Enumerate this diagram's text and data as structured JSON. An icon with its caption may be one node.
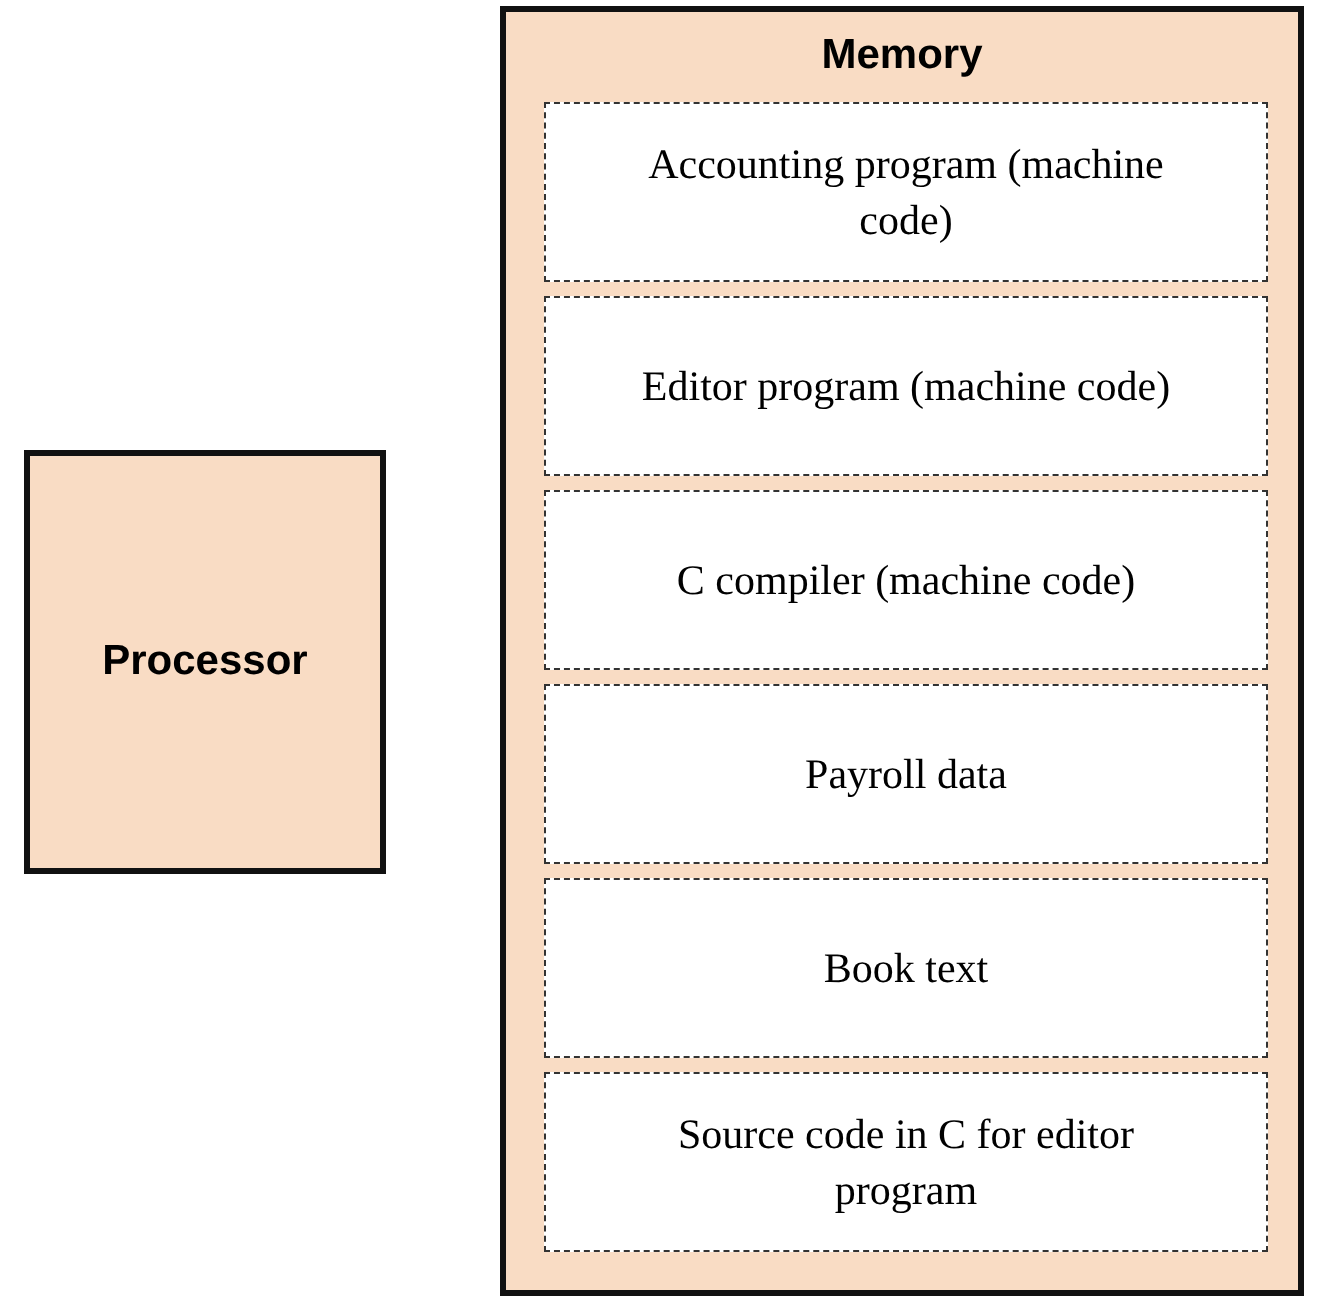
{
  "diagram": {
    "nodes": [
      {
        "text": [
          "Processor"
        ]
      },
      {
        "text": [
          "Memory"
        ]
      },
      {
        "text": [
          "Accounting program (machine code)"
        ],
        "in": 1
      },
      {
        "text": [
          "Editor program (machine code)"
        ],
        "in": 1
      },
      {
        "text": [
          "C compiler (machine code)"
        ],
        "in": 1
      },
      {
        "text": [
          "Payroll data"
        ],
        "in": 1
      },
      {
        "text": [
          "Book text"
        ],
        "in": 1
      },
      {
        "text": [
          "Source code in C for editor program"
        ],
        "in": 1
      }
    ]
  }
}
